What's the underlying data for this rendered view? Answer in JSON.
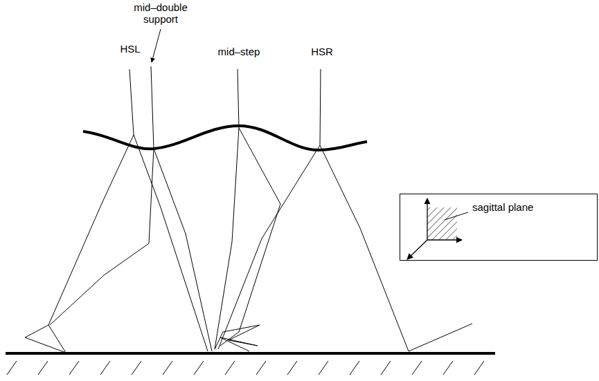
{
  "diagram": {
    "nodes": [
      {
        "text": [
          "sagittal plane"
        ]
      }
    ],
    "labels": [
      "HSL",
      "mid–double support",
      "mid–step",
      "HSR"
    ]
  }
}
